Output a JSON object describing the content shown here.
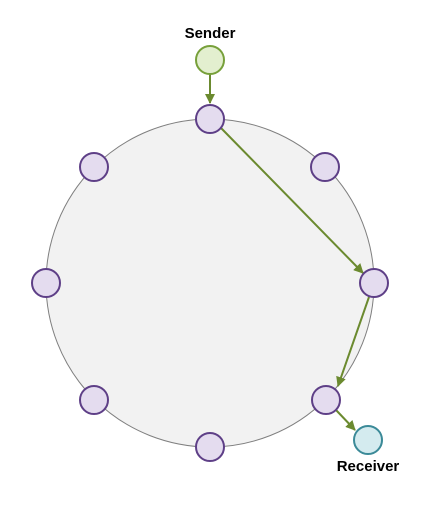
{
  "labels": {
    "sender": "Sender",
    "receiver": "Receiver"
  },
  "ring": {
    "node_count": 8,
    "node_ids": [
      "node-top",
      "node-top-right",
      "node-right",
      "node-bottom-right",
      "node-bottom",
      "node-bottom-left",
      "node-left",
      "node-top-left"
    ]
  },
  "routing_path": [
    "sender",
    "node-top",
    "node-right",
    "node-bottom-right",
    "receiver"
  ],
  "colors": {
    "ring_fill": "#f2f2f2",
    "ring_stroke": "#7f7f7f",
    "node_fill": "#e4dcef",
    "node_stroke": "#5e3f87",
    "sender_fill": "#e3efcf",
    "sender_stroke": "#77a03a",
    "receiver_fill": "#d4ebef",
    "receiver_stroke": "#3b8a98",
    "arrow": "#6b8a2f"
  }
}
